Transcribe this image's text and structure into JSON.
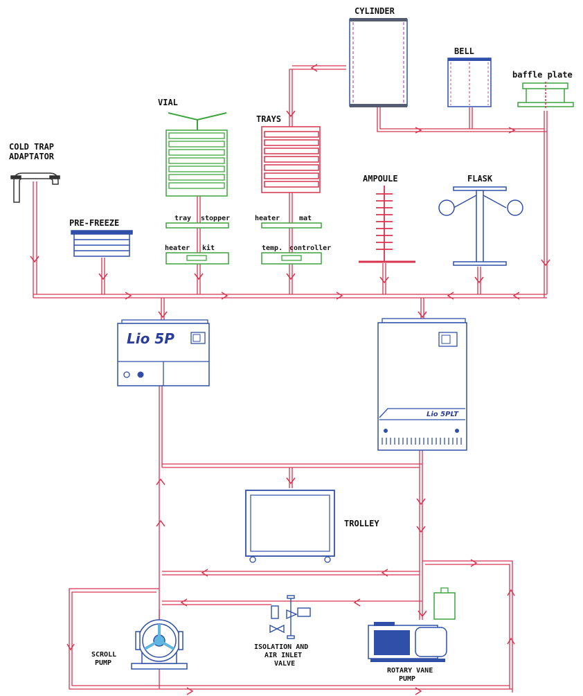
{
  "colors": {
    "line": "#d8334f",
    "blue": "#2f4fa8",
    "green": "#3aa43a",
    "red": "#d8334f",
    "lineWidth_hint": "double red line"
  },
  "labels": {
    "cylinder": "CYLINDER",
    "bell": "BELL",
    "baffle_plate": "baffle plate",
    "vial": "VIAL",
    "trays": "TRAYS",
    "cold_trap_line1": "COLD TRAP",
    "cold_trap_line2": "ADAPTATOR",
    "pre_freeze": "PRE-FREEZE",
    "ampoule": "AMPOULE",
    "flask": "FLASK",
    "tray_stopper_a": "tray",
    "tray_stopper_b": "stopper",
    "heater_kit_a": "heater",
    "heater_kit_b": "kit",
    "heater_mat_a": "heater",
    "heater_mat_b": "mat",
    "temp_controller_a": "temp.",
    "temp_controller_b": "controller",
    "lio5p": "Lio 5P",
    "lio5plt": "Lio 5PLT",
    "trolley": "TROLLEY",
    "scroll_line1": "SCROLL",
    "scroll_line2": "PUMP",
    "isolation_line1": "ISOLATION AND",
    "isolation_line2": "AIR INLET",
    "isolation_line3": "VALVE",
    "rotary_line1": "ROTARY VANE",
    "rotary_line2": "PUMP"
  }
}
